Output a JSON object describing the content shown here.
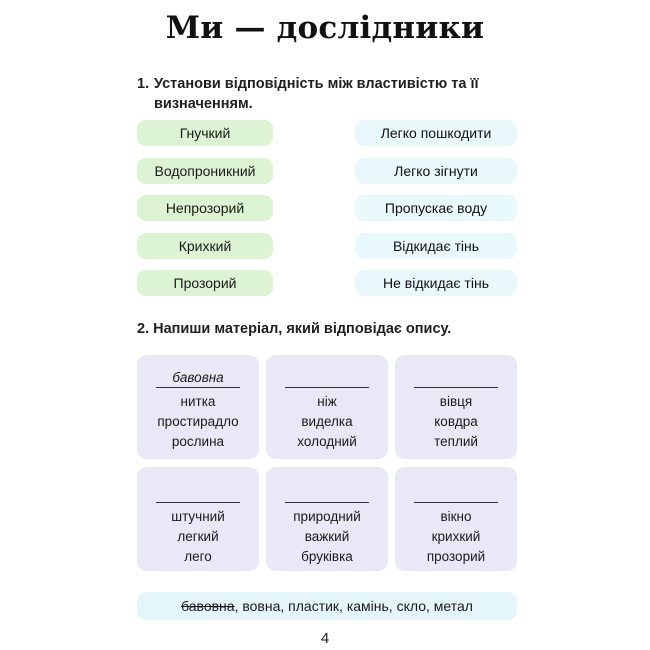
{
  "page": {
    "title": "Ми — дослідники",
    "page_number": "4"
  },
  "task1": {
    "number": "1.",
    "instruction": "Установи відповідність між властивістю та її визначенням.",
    "properties": [
      "Гнучкий",
      "Водопроникний",
      "Непрозорий",
      "Крихкий",
      "Прозорий"
    ],
    "definitions": [
      "Легко пошкодити",
      "Легко зігнути",
      "Пропускає воду",
      "Відкидає тінь",
      "Не відкидає тінь"
    ],
    "colors": {
      "property_bg": "#dcf3d4",
      "definition_bg": "#e9f8fb"
    }
  },
  "task2": {
    "instruction": "2. Напиши матеріал, який відповідає опису.",
    "cards": [
      {
        "answer": "бавовна",
        "words": [
          "нитка",
          "простирадло",
          "рослина"
        ]
      },
      {
        "answer": "",
        "words": [
          "ніж",
          "виделка",
          "холодний"
        ]
      },
      {
        "answer": "",
        "words": [
          "вівця",
          "ковдра",
          "теплий"
        ]
      },
      {
        "answer": "",
        "words": [
          "штучний",
          "легкий",
          "лего"
        ]
      },
      {
        "answer": "",
        "words": [
          "природний",
          "важкий",
          "бруківка"
        ]
      },
      {
        "answer": "",
        "words": [
          "вікно",
          "крихкий",
          "прозорий"
        ]
      }
    ],
    "word_bank": {
      "used": "бавовна",
      "remaining": ", вовна, пластик, камінь, скло, метал"
    },
    "colors": {
      "card_bg": "#e8e8f6",
      "bank_bg": "#e4f6fa"
    }
  }
}
